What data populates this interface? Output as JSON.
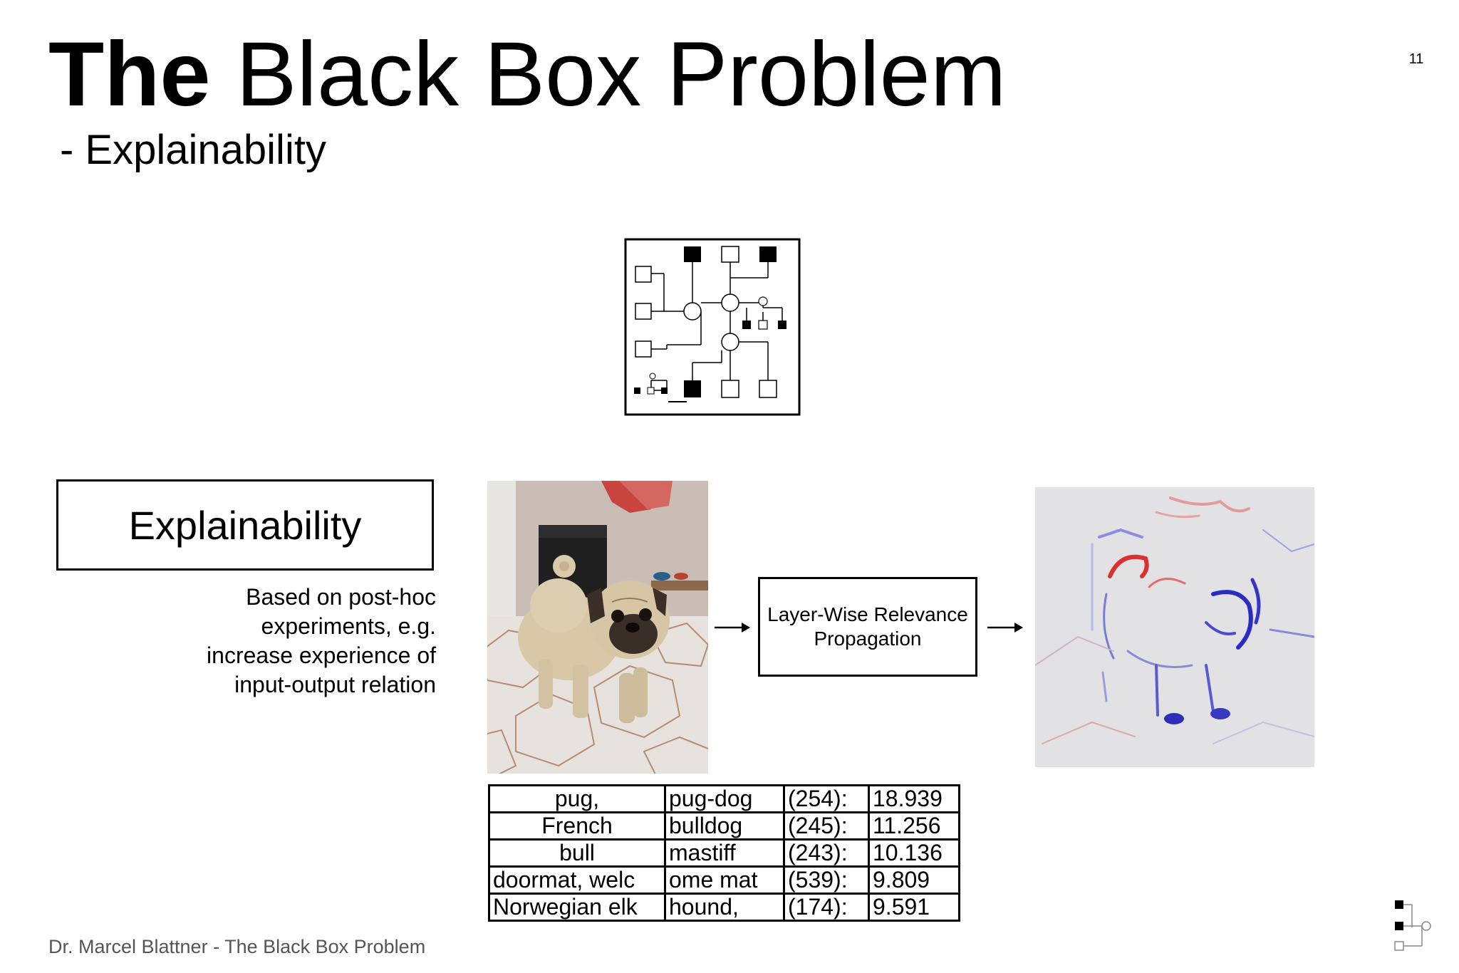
{
  "header": {
    "title_bold": "The",
    "title_rest": " Black Box Problem",
    "subtitle": "- Explainability",
    "slide_number": "11"
  },
  "explainability": {
    "label": "Explainability",
    "description_lines": [
      "Based on post-hoc",
      "experiments, e.g.",
      "increase experience of",
      "input-output relation"
    ]
  },
  "process": {
    "box_line1": "Layer-Wise Relevance",
    "box_line2": "Propagation"
  },
  "predictions": [
    [
      "pug,",
      "pug-dog",
      "(254):",
      "18.939"
    ],
    [
      "French",
      "bulldog",
      "(245):",
      "11.256"
    ],
    [
      "bull",
      "mastiff",
      "(243):",
      "10.136"
    ],
    [
      "doormat, welc",
      "ome mat",
      "(539):",
      "9.809"
    ],
    [
      "Norwegian elk",
      "hound,",
      "(174):",
      "9.591"
    ]
  ],
  "footer": {
    "text": "Dr. Marcel Blattner - The Black Box Problem"
  }
}
